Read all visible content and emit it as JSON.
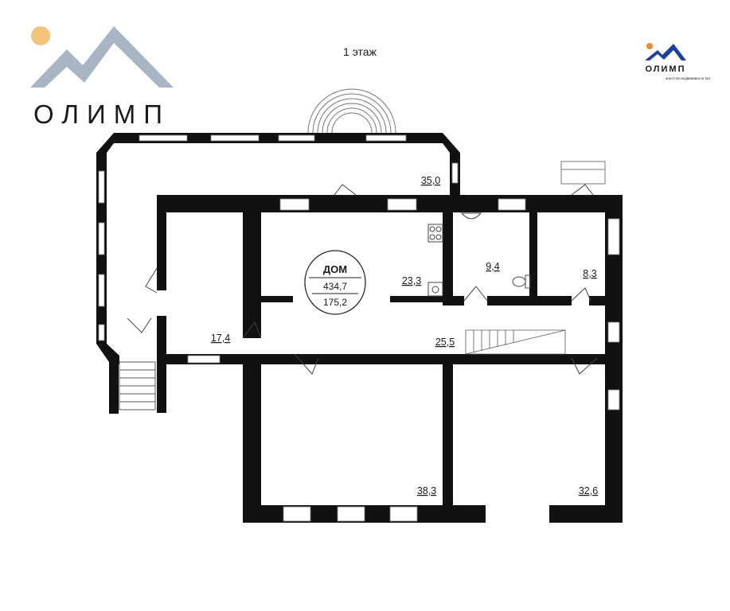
{
  "brand": {
    "big_logo_text": "ОЛИМП",
    "small_logo_text": "ОЛИМП",
    "small_logo_tagline": "агентство недвижимости №1",
    "mountain_color": "#a8b5c4",
    "sun_color": "#f4c27a",
    "small_mountain_color": "#1f3f9c",
    "small_sun_color": "#f08a2b"
  },
  "plan": {
    "floor_title": "1 этаж",
    "summary": {
      "label": "ДОМ",
      "total_area": "434,7",
      "floor_area": "175,2"
    },
    "rooms": [
      {
        "id": "veranda",
        "area": "35,0"
      },
      {
        "id": "kitchen",
        "area": "23,3"
      },
      {
        "id": "bathroom",
        "area": "9,4"
      },
      {
        "id": "room-east",
        "area": "8,3"
      },
      {
        "id": "room-west",
        "area": "17,4"
      },
      {
        "id": "hall",
        "area": "25,5"
      },
      {
        "id": "room-south-left",
        "area": "38,3"
      },
      {
        "id": "room-south-right",
        "area": "32,6"
      }
    ],
    "wall_color": "#111111"
  }
}
